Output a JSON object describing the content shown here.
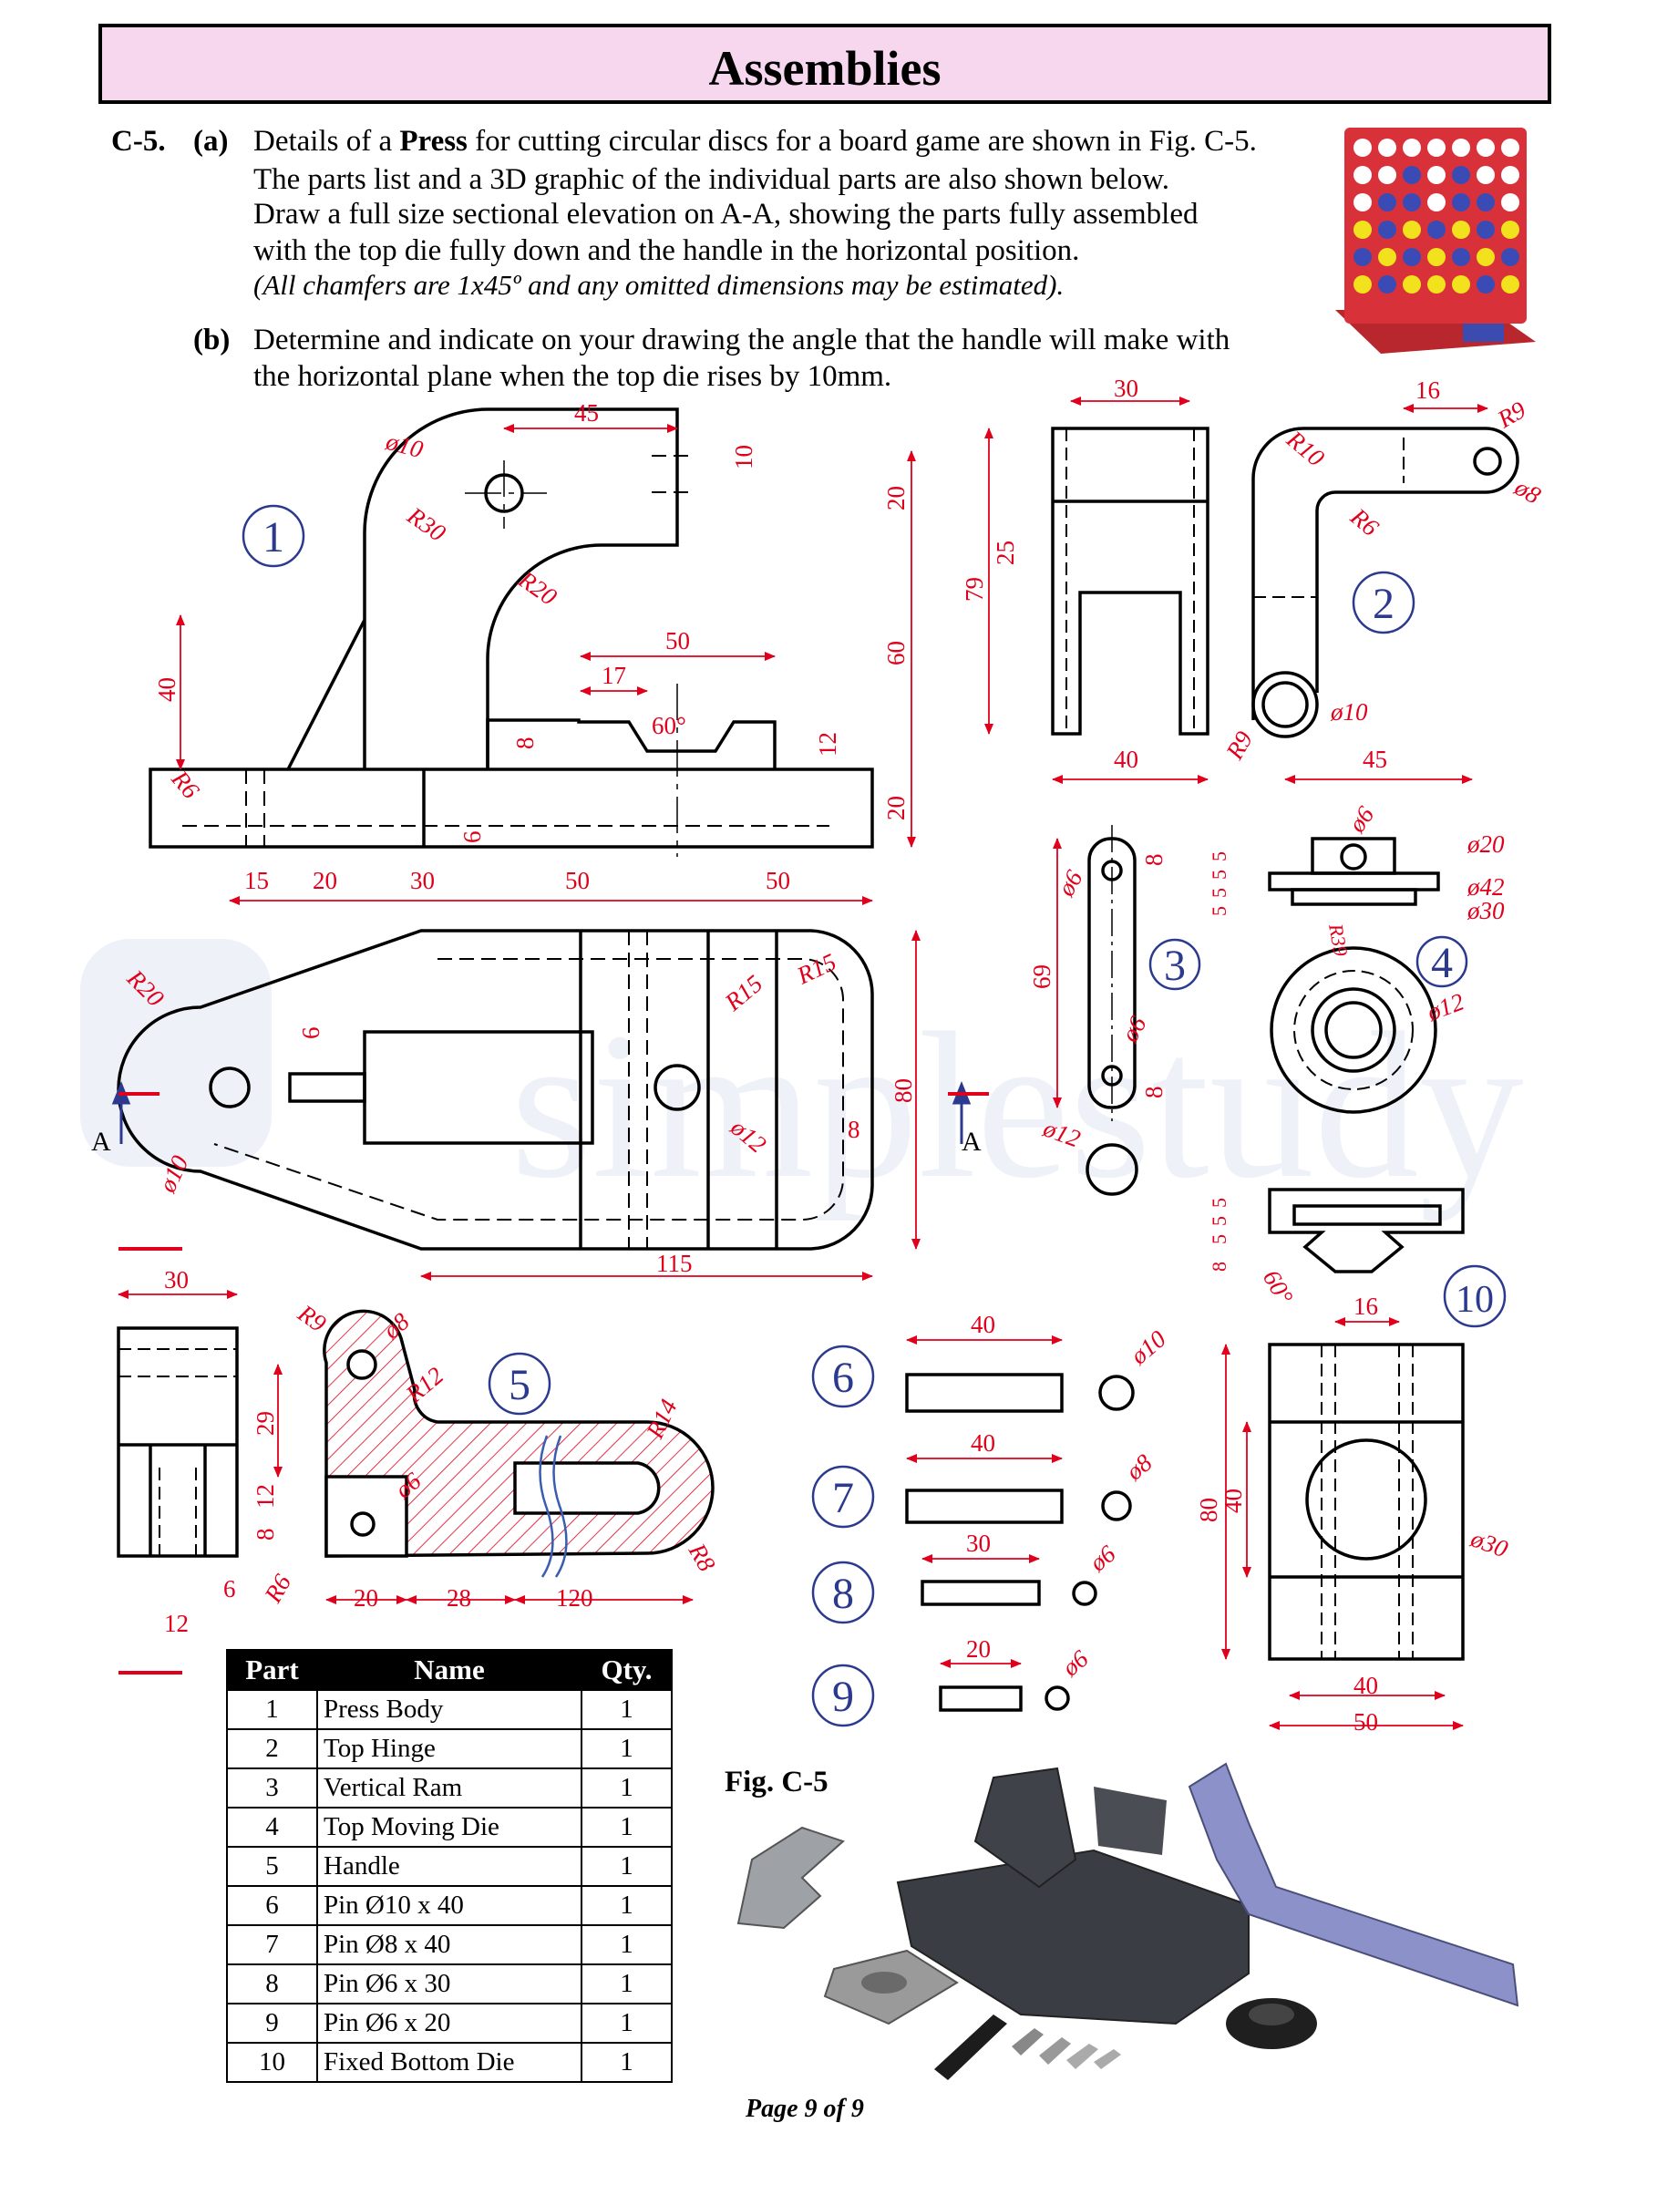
{
  "header": {
    "title": "Assemblies"
  },
  "question": {
    "number": "C-5.",
    "part_a_label": "(a)",
    "line1_pre": "Details of a ",
    "line1_bold": "Press",
    "line1_post": " for cutting circular discs for a board game are shown in Fig. C-5.",
    "line2": "The parts list and a 3D graphic of the individual parts are also shown below.",
    "line3": "Draw a full size sectional elevation on A-A, showing the parts fully assembled",
    "line4": "with the top die fully down and the handle in the horizontal position.",
    "line5": "(All chamfers are 1x45º and any omitted dimensions may be estimated).",
    "part_b_label": "(b)",
    "line6": "Determine and indicate on your drawing the angle that the handle will make with",
    "line7": "the horizontal plane when the top die rises by 10mm."
  },
  "part_numbers": [
    "1",
    "2",
    "3",
    "4",
    "5",
    "6",
    "7",
    "8",
    "9",
    "10"
  ],
  "dims": {
    "p1": {
      "d45": "45",
      "dia10": "ø10",
      "d10": "10",
      "d20a": "20",
      "d60": "60",
      "d20b": "20",
      "r30": "R30",
      "r20": "R20",
      "d40": "40",
      "d50": "50",
      "d17": "17",
      "d8": "8",
      "a60": "60°",
      "d12": "12",
      "r6": "R6",
      "d6": "6"
    },
    "plan": {
      "d15": "15",
      "d20": "20",
      "d30": "30",
      "d50a": "50",
      "d50b": "50",
      "r20": "R20",
      "d6": "6",
      "r15a": "R15",
      "r15b": "R15",
      "dia12": "ø12",
      "d8": "8",
      "d80": "80",
      "d115": "115",
      "dia10": "ø10",
      "a1": "A",
      "a2": "A"
    },
    "p2": {
      "d30": "30",
      "d16": "16",
      "r9a": "R9",
      "r10": "R10",
      "dia8": "ø8",
      "r6": "R6",
      "d79": "79",
      "d25": "25",
      "d40": "40",
      "r9b": "R9",
      "dia10": "ø10",
      "d45": "45"
    },
    "p3": {
      "dia6a": "ø6",
      "d8a": "8",
      "d69": "69",
      "dia6b": "ø6",
      "d8b": "8",
      "dia12": "ø12"
    },
    "p4": {
      "dia6": "ø6",
      "dia20": "ø20",
      "dia42": "ø42",
      "dia30": "ø30",
      "d5a": "5",
      "d5b": "5",
      "d5c": "5",
      "d5d": "5",
      "r39": "R39",
      "dia12": "ø12"
    },
    "p10": {
      "d5a": "5",
      "d5b": "5",
      "d5c": "5",
      "d8": "8",
      "a60": "60°",
      "d16": "16",
      "d80": "80",
      "d40a": "40",
      "dia30": "ø30",
      "d40b": "40",
      "d50": "50"
    },
    "side": {
      "d30": "30",
      "d6": "6",
      "d12": "12"
    },
    "p5": {
      "r9": "R9",
      "dia8": "ø8",
      "r12": "R12",
      "r14": "R14",
      "dia6": "ø6",
      "d29": "29",
      "d12": "12",
      "d8": "8",
      "r6": "R6",
      "r8": "R8",
      "d20": "20",
      "d28": "28",
      "d120": "120"
    },
    "pins": {
      "d40a": "40",
      "dia10": "ø10",
      "d40b": "40",
      "dia8": "ø8",
      "d30": "30",
      "dia6a": "ø6",
      "d20": "20",
      "dia6b": "ø6"
    }
  },
  "parts_table": {
    "headers": [
      "Part",
      "Name",
      "Qty."
    ],
    "rows": [
      [
        "1",
        "Press Body",
        "1"
      ],
      [
        "2",
        "Top Hinge",
        "1"
      ],
      [
        "3",
        "Vertical Ram",
        "1"
      ],
      [
        "4",
        "Top Moving Die",
        "1"
      ],
      [
        "5",
        "Handle",
        "1"
      ],
      [
        "6",
        "Pin Ø10 x 40",
        "1"
      ],
      [
        "7",
        "Pin Ø8 x 40",
        "1"
      ],
      [
        "8",
        "Pin Ø6 x 30",
        "1"
      ],
      [
        "9",
        "Pin Ø6 x 20",
        "1"
      ],
      [
        "10",
        "Fixed Bottom Die",
        "1"
      ]
    ]
  },
  "figure_label": "Fig. C-5",
  "page_label": "Page 9 of 9",
  "watermark": "simplestudy",
  "colors": {
    "banner": "#f6d7ee",
    "dimension": "#e0001b",
    "part_number": "#2b3a8f",
    "hatch": "#e0001b"
  }
}
